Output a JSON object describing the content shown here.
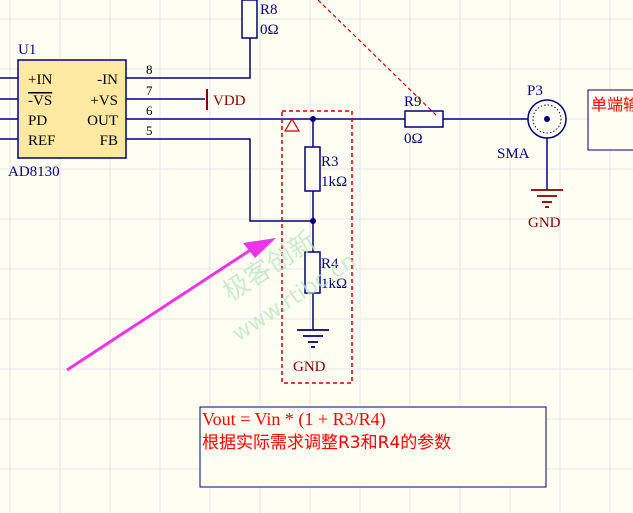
{
  "colors": {
    "background": "#fffef2",
    "grid": "#e4e4ea",
    "wire": "#00007d",
    "component_outline": "#00007d",
    "component_fill": "#fde9a1",
    "label_text": "#000080",
    "power_net": "#800000",
    "dashed_box": "#cc0000",
    "annotation_text": "#ff0000",
    "note_box_border": "#000080",
    "arrow": "#ee33ee",
    "watermark": "#b9e6c3",
    "pin_text": "#000000"
  },
  "u1": {
    "designator": "U1",
    "part": "AD8130",
    "pins_left": [
      "+IN",
      "-VS",
      "PD",
      "REF"
    ],
    "pins_right": [
      "-IN",
      "+VS",
      "OUT",
      "FB"
    ],
    "pin_numbers": [
      "8",
      "7",
      "6",
      "5"
    ]
  },
  "r8": {
    "designator": "R8",
    "value": "0Ω"
  },
  "r9": {
    "designator": "R9",
    "value": "0Ω"
  },
  "r3": {
    "designator": "R3",
    "value": "1kΩ"
  },
  "r4": {
    "designator": "R4",
    "value": "1kΩ"
  },
  "vdd": {
    "label": "VDD"
  },
  "p3": {
    "designator": "P3",
    "label": "SMA"
  },
  "gnd": {
    "label": "GND"
  },
  "right_note": {
    "text": "单端输"
  },
  "formula_note": {
    "line1": "Vout = Vin * (1 + R3/R4)",
    "line2": "根据实际需求调整R3和R4的参数"
  },
  "watermark": {
    "line1": "极客创新",
    "line2": "www.rtibc.cn"
  }
}
